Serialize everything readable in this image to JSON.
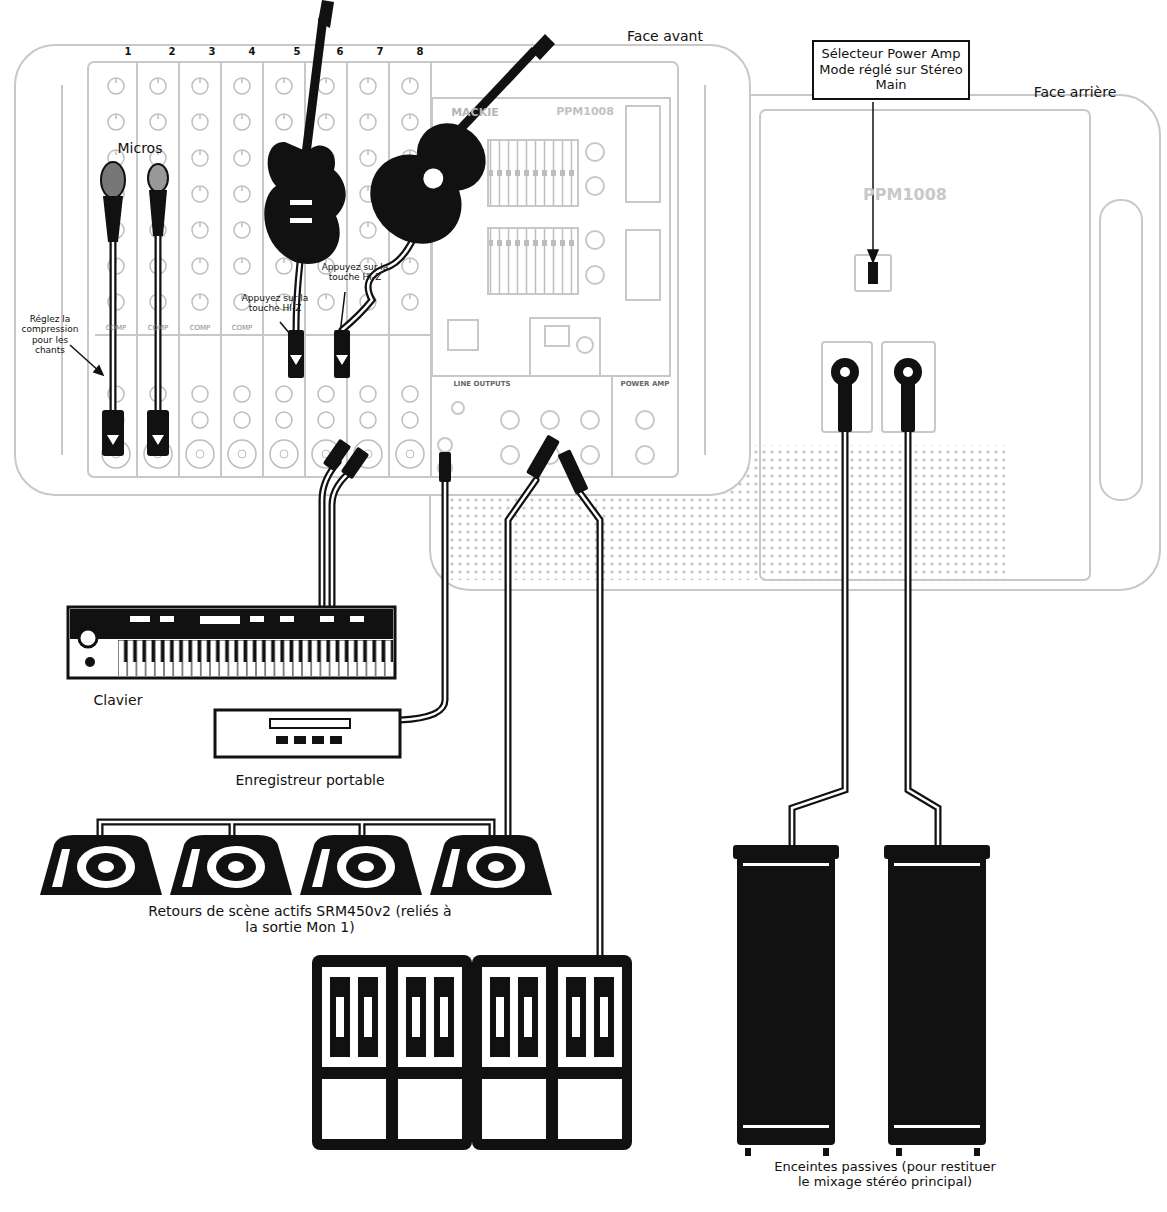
{
  "diagram": {
    "nodes": [
      {
        "text": [
          "Sélecteur Power Amp Mode réglé sur Stéreo Main"
        ]
      }
    ],
    "labels": [
      "Face avant",
      "Face arrière",
      "Micros",
      "1",
      "2",
      "3",
      "4",
      "5",
      "6",
      "7",
      "8",
      "Réglez la compression pour les chants",
      "Appuyez sur la touche HI-Z",
      "Appuyez sur la touche HI-Z",
      "MACKIE",
      "PPM1008",
      "PPM1008",
      "COMP",
      "COMP",
      "COMP",
      "COMP",
      "LINE OUTPUTS",
      "POWER AMP",
      "Clavier",
      "Enregistreur portable",
      "Retours de scène actifs SRM450v2 (reliés à la sortie Mon 1)",
      "Enceintes passives (pour restituer le mixage stéréo principal)"
    ]
  }
}
